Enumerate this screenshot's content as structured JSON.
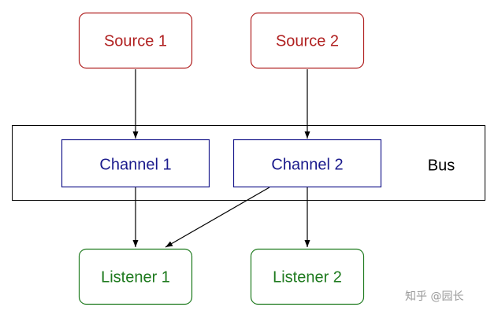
{
  "colors": {
    "source": "#b02020",
    "channel": "#1a1a8c",
    "listener": "#1e7a1e",
    "bus": "#000000",
    "watermark": "#9a9a9a"
  },
  "sources": [
    {
      "label": "Source 1"
    },
    {
      "label": "Source 2"
    }
  ],
  "bus": {
    "label": "Bus"
  },
  "channels": [
    {
      "label": "Channel 1"
    },
    {
      "label": "Channel 2"
    }
  ],
  "listeners": [
    {
      "label": "Listener 1"
    },
    {
      "label": "Listener 2"
    }
  ],
  "edges": [
    {
      "from": "Source 1",
      "to": "Channel 1"
    },
    {
      "from": "Source 2",
      "to": "Channel 2"
    },
    {
      "from": "Channel 1",
      "to": "Listener 1"
    },
    {
      "from": "Channel 2",
      "to": "Listener 1"
    },
    {
      "from": "Channel 2",
      "to": "Listener 2"
    }
  ],
  "watermark": {
    "text": "知乎 @园长"
  }
}
